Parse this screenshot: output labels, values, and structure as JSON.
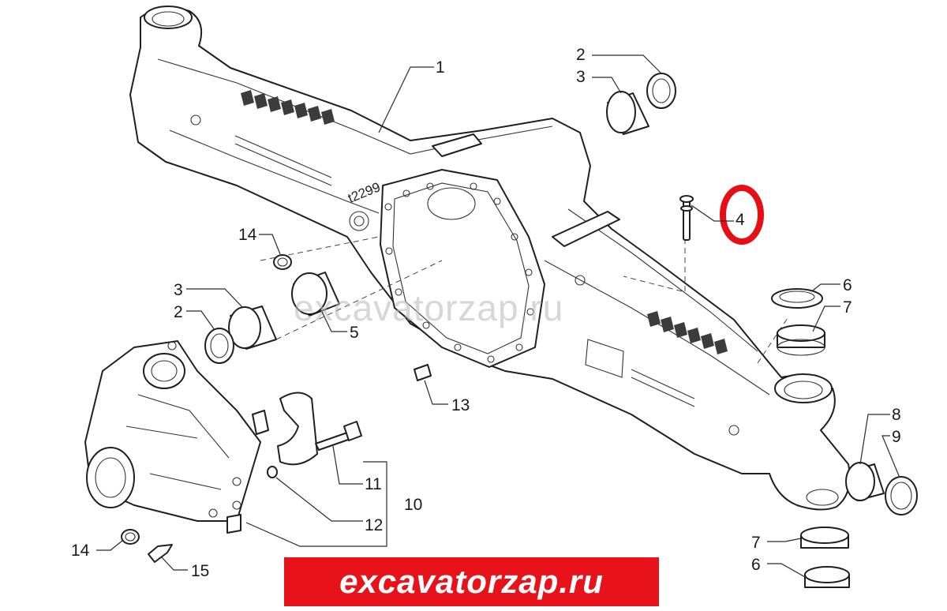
{
  "diagram": {
    "casting_number": "t2299",
    "watermark": "excavatorzap.ru",
    "banner": "excavatorzap.ru",
    "highlight_color": "#e60f16",
    "banner_color": "#e8131a",
    "callouts": [
      {
        "id": "c1",
        "label": "1"
      },
      {
        "id": "c2a",
        "label": "2"
      },
      {
        "id": "c3a",
        "label": "3"
      },
      {
        "id": "c4",
        "label": "4",
        "highlighted": true
      },
      {
        "id": "c6a",
        "label": "6"
      },
      {
        "id": "c7a",
        "label": "7"
      },
      {
        "id": "c8",
        "label": "8"
      },
      {
        "id": "c9",
        "label": "9"
      },
      {
        "id": "c14a",
        "label": "14"
      },
      {
        "id": "c3b",
        "label": "3"
      },
      {
        "id": "c2b",
        "label": "2"
      },
      {
        "id": "c5",
        "label": "5"
      },
      {
        "id": "c13",
        "label": "13"
      },
      {
        "id": "c11",
        "label": "11"
      },
      {
        "id": "c10",
        "label": "10"
      },
      {
        "id": "c12",
        "label": "12"
      },
      {
        "id": "c14b",
        "label": "14"
      },
      {
        "id": "c15",
        "label": "15"
      },
      {
        "id": "c7b",
        "label": "7"
      },
      {
        "id": "c6b",
        "label": "6"
      }
    ]
  }
}
